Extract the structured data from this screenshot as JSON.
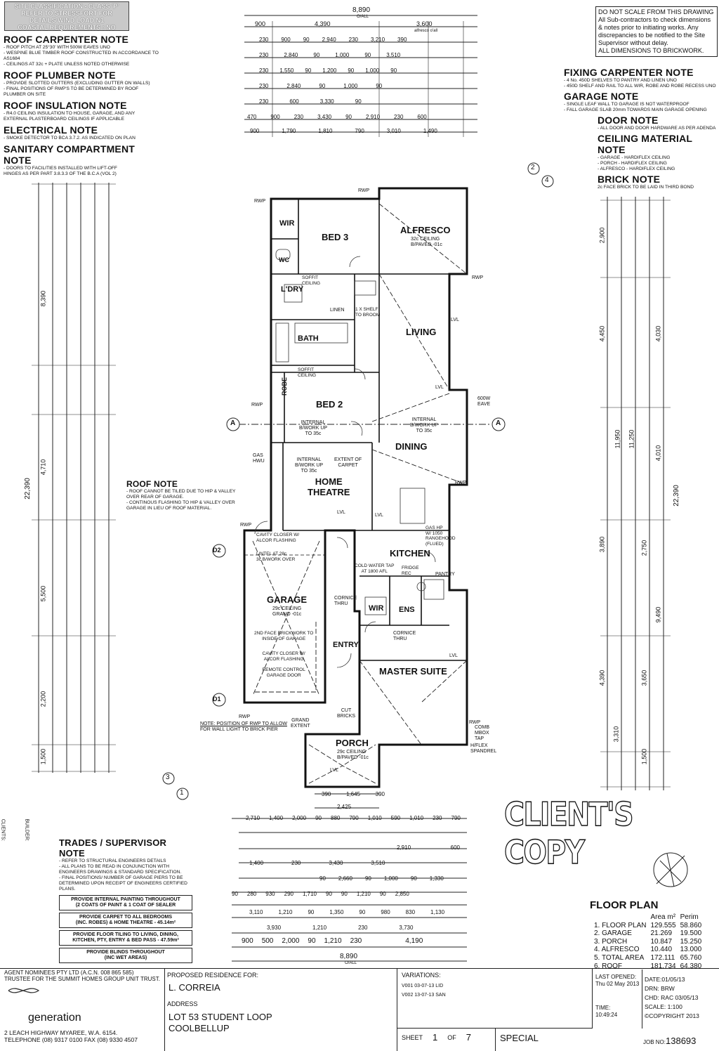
{
  "stamp": {
    "lines": [
      "SITE CLASSIFICATION - CLASS 'P'",
      "REFER TO STRESSFORT FOR",
      "DETAILS WIND LOAD N1",
      "COASTAL REQUIREMENTS : NO"
    ]
  },
  "notes_left": [
    {
      "title": "ROOF CARPENTER NOTE",
      "lines": [
        "- ROOF PITCH AT 25°30' WITH 500W EAVES UNO",
        "- WESPINE BLUE TIMBER ROOF CONSTRUCTED IN ACCORDANCE TO AS1684",
        "- CEILINGS AT 32c + PLATE UNLESS NOTED OTHERWISE"
      ]
    },
    {
      "title": "ROOF PLUMBER NOTE",
      "lines": [
        "- PROVIDE SLOTTED GUTTERS (EXCLUDING GUTTER ON WALLS)",
        "- FINAL POSITIONS OF RWP'S TO BE DETERMINED BY ROOF PLUMBER ON SITE"
      ]
    },
    {
      "title": "ROOF INSULATION NOTE",
      "lines": [
        "- R4.0 CEILING INSULATION TO HOUSE, GARAGE, AND ANY",
        "EXTERNAL PLASTERBOARD CEILINGS IF APPLICABLE"
      ]
    },
    {
      "title": "ELECTRICAL NOTE",
      "lines": [
        "- SMOKE DETECTOR TO BCA 3.7.2. AS INDICATED ON PLAN"
      ]
    },
    {
      "title": "SANITARY COMPARTMENT NOTE",
      "lines": [
        "- DOORS TO FACILITIES INSTALLED WITH LIFT-OFF",
        "HINGES AS PER PART 3.8.3.3 OF THE B.C.A (VOL 2)"
      ]
    }
  ],
  "warning": [
    "DO NOT SCALE FROM THIS DRAWING",
    "All Sub-contractors to check dimensions",
    "& notes prior to initiating works. Any",
    "discrepancies to be notified to the Site",
    "Supervisor without delay.",
    "ALL DIMENSIONS TO BRICKWORK."
  ],
  "notes_right": [
    {
      "title": "FIXING CARPENTER NOTE",
      "lines": [
        "- 4 No. 450D SHELVES TO PANTRY AND LINEN UNO",
        "- 450D SHELF AND RAIL TO ALL WIR, ROBE AND ROBE RECESS UNO"
      ]
    },
    {
      "title": "GARAGE NOTE",
      "lines": [
        "- SINGLE LEAF WALL TO GARAGE IS NOT WATERPROOF",
        "- FALL GARAGE SLAB 20mm TOWARDS MAIN GARAGE OPENING"
      ]
    },
    {
      "title": "DOOR NOTE",
      "lines": [
        "- ALL DOOR AND DOOR HARDWARE AS PER ADENDA"
      ]
    },
    {
      "title": "CEILING MATERIAL NOTE",
      "lines": [
        "- GARAGE - HARDIFLEX CEILING",
        "- PORCH - HARDIFLEX CEILING",
        "- ALFRESCO - HARDIFLEX CEILING"
      ]
    },
    {
      "title": "BRICK NOTE",
      "lines": [
        "2c FACE BRICK TO BE LAID IN THIRD BOND"
      ]
    }
  ],
  "roof_note": {
    "title": "ROOF NOTE",
    "lines": [
      "- ROOF CANNOT BE TILED DUE TO HIP & VALLEY",
      "OVER REAR OF GARAGE.",
      "- CONTINOUS FLASHING TO HIP & VALLEY OVER",
      "GARAGE IN LIEU OF ROOF MATERIAL."
    ]
  },
  "trades_note": {
    "title": "TRADES / SUPERVISOR NOTE",
    "lines": [
      "- REFER TO STRUCTURAL ENGINEERS DETAILS",
      "- ALL PLANS TO BE READ IN CONJUNCTION WITH",
      "ENGINEERS DRAWINGS & STANDARD SPECIFICATION.",
      "- FINAL POSITIONS/ NUMBER OF GARAGE PIERS TO BE",
      "DETERMINED UPON RECEIPT OF ENGINEERS CERTIFIED PLANS."
    ],
    "boxes": [
      [
        "PROVIDE INTERNAL PAINTING THROUGHOUT",
        "(2 COATS OF PAINT & 1 COAT OF SEALER"
      ],
      [
        "PROVIDE CARPET TO ALL BEDROOMS",
        "(INC. ROBES) & HOME THEATRE - 45.14m²"
      ],
      [
        "PROVIDE FLOOR TILING TO LIVING, DINING,",
        "KITCHEN, PTY, ENTRY & BED PASS - 47.59m²"
      ],
      [
        "PROVIDE BLINDS THROUGHOUT",
        "(INC WET AREAS)"
      ]
    ]
  },
  "rooms": {
    "bed3": "BED 3",
    "alfresco": "ALFRESCO",
    "alfresco_sub": [
      "32c CEILING",
      "B/PAVED -01c"
    ],
    "living": "LIVING",
    "bed2": "BED 2",
    "dining": "DINING",
    "home_theatre": [
      "HOME",
      "THEATRE"
    ],
    "kitchen": "KITCHEN",
    "garage": "GARAGE",
    "garage_sub": [
      "29c CEILING",
      "GRANO -01c"
    ],
    "master_suite": "MASTER SUITE",
    "porch": "PORCH",
    "porch_sub": [
      "29c CEILING",
      "B/PAVED -01c"
    ],
    "entry": "ENTRY",
    "wir": "WIR",
    "ens": "ENS",
    "bath": "BATH",
    "ldry": "L'DRY",
    "wc": "WC",
    "robe": "ROBE",
    "pantry": "PANTRY"
  },
  "plan_labels": {
    "top_total": "8,890",
    "oa": "O/ALL",
    "top_row1": [
      "900",
      "4,390",
      "3,600"
    ],
    "alfresco_oall": "alfresco o'all",
    "top_rows": [
      [
        "230",
        "900",
        "90",
        "2,940",
        "230",
        "3,210",
        "390"
      ],
      [
        "230",
        "2,840",
        "90",
        "1,000",
        "90",
        "3,510"
      ],
      [
        "230",
        "1,550",
        "90",
        "1,200",
        "90",
        "1,000",
        "90"
      ],
      [
        "230",
        "2,840",
        "90",
        "1,000",
        "90"
      ],
      [
        "230",
        "600",
        "3,330",
        "90"
      ],
      [
        "470",
        "900",
        "230",
        "3,430",
        "90",
        "2,910",
        "230",
        "600"
      ],
      [
        "900",
        "1,790",
        "1,810",
        "790",
        "3,010",
        "1,490"
      ]
    ],
    "side_left_total": "22,390",
    "side_right_total": "22,390",
    "left_dims": [
      "8,390",
      "4,710",
      "5,500",
      "2,200",
      "1,500"
    ],
    "right_dims": [
      "2,900",
      "4,450",
      "4,030",
      "11,950",
      "11,250",
      "4,010",
      "3,890",
      "2,750",
      "9,490",
      "4,390",
      "3,650",
      "3,310",
      "1,500"
    ],
    "bottom_total": "8,890",
    "bottom_row": [
      "900",
      "500",
      "2,000",
      "90",
      "1,210",
      "230",
      "4,190"
    ],
    "bottom_rows": [
      [
        "390",
        "1,645",
        "390"
      ],
      [
        "2,425"
      ],
      [
        "2,710",
        "1,400",
        "2,000",
        "90",
        "880",
        "790",
        "1,010",
        "590",
        "1,010",
        "230",
        "790"
      ],
      [
        "2,910",
        "600"
      ],
      [
        "1,400",
        "230",
        "3,430",
        "3,510"
      ],
      [
        "90",
        "2,660",
        "90",
        "1,000",
        "90",
        "1,330"
      ],
      [
        "90",
        "280",
        "930",
        "290",
        "1,710",
        "90",
        "90",
        "1,210",
        "90",
        "2,850"
      ],
      [
        "3,110",
        "1,210",
        "90",
        "1,350",
        "90",
        "980",
        "830",
        "1,130"
      ],
      [
        "3,930",
        "1,210",
        "230",
        "3,730"
      ]
    ],
    "section_a": "A",
    "marker_2": "2",
    "marker_4": "4",
    "marker_3": "3",
    "marker_1": "1",
    "d1": "D1",
    "d2": "D2",
    "rwp": "RWP",
    "gas_hwu": [
      "GAS",
      "HWU"
    ],
    "note_rwp": [
      "NOTE: POSITION OF RWP TO ALLOW",
      "FOR WALL LIGHT TO BRICK PIER"
    ],
    "grand_extent": [
      "GRAND",
      "EXTENT"
    ],
    "cut_bricks": [
      "CUT",
      "BRICKS"
    ],
    "garage_notes": [
      "CAVITY CLOSER W/",
      "ALCOR FLASHING",
      "LINTEL AT 28c",
      "3c B/WORK OVER",
      "2ND FACE BRICKWORK TO",
      "INSIDE OF GARAGE",
      "CAVITY CLOSER W/",
      "ALCOR FLASHING",
      "REMOTE CONTROL",
      "GARAGE DOOR"
    ],
    "internal_bwork": [
      "INTERNAL",
      "B/WORK UP",
      "TO 35c"
    ],
    "extent_carpet": [
      "EXTENT OF",
      "CARPET"
    ],
    "kitchen_notes": [
      "GAS HP",
      "W/ 1050",
      "RANGEHOOD",
      "(FLUED)",
      "COLD WATER TAP",
      "AT 1800 AFL",
      "FRIDGE",
      "REC"
    ],
    "soffit": [
      "SOFFIT",
      "CEILING"
    ],
    "linen": "LINEN",
    "lvl": "LVL",
    "shelf": [
      "1 X SHELF",
      "TO BROOM"
    ],
    "comb_mbox": [
      "COMB",
      "MBOX",
      "TAP"
    ],
    "h_flex": [
      "H/FLEX",
      "SPANDREL"
    ],
    "eave": [
      "600W",
      "EAVE"
    ],
    "cornice": [
      "CORNICE",
      "THRU"
    ]
  },
  "client_copy": "CLIENT'S COPY",
  "floor_plan": {
    "title": "FLOOR PLAN",
    "head_area": "Area m²",
    "head_perim": "Perim",
    "rows": [
      {
        "label": "1. FLOOR PLAN",
        "area": "129.555",
        "perim": "58.860"
      },
      {
        "label": "2. GARAGE",
        "area": "21.269",
        "perim": "19.500"
      },
      {
        "label": "3. PORCH",
        "area": "10.847",
        "perim": "15.250"
      },
      {
        "label": "4. ALFRESCO",
        "area": "10.440",
        "perim": "13.000"
      },
      {
        "label": "5. TOTAL AREA",
        "area": "172.111",
        "perim": "65.760"
      },
      {
        "label": "6. ROOF",
        "area": "181.734",
        "perim": "64.380"
      }
    ]
  },
  "title_block": {
    "company": [
      "AGENT NOMINEES PTY LTD (A.C.N. 008 865 585)",
      "TRUSTEE FOR THE SUMMIT HOMES GROUP UNIT TRUST."
    ],
    "brand": "generation",
    "address": [
      "2 LEACH HIGHWAY MYAREE, W.A. 6154.",
      "TELEPHONE (08) 9317 0100 FAX (08) 9330 4507"
    ],
    "proposed_label": "PROPOSED RESIDENCE FOR:",
    "client": "L. CORREIA",
    "address_label": "ADDRESS",
    "site": [
      "LOT 53 STUDENT LOOP",
      "COOLBELLUP"
    ],
    "variations_label": "VARIATIONS:",
    "variations": [
      "V001 03-07-13 LID",
      "V002 13-07-13 SAN"
    ],
    "sheet_label": "SHEET",
    "sheet": "1",
    "of_label": "OF",
    "of": "7",
    "special": "SPECIAL",
    "last_opened_label": "LAST OPENED:",
    "last_opened": "Thu 02 May 2013",
    "time_label": "TIME:",
    "time": "10:49:24",
    "date": "DATE:01/05/13",
    "drn": "DRN: BRW",
    "chd": "CHD: RAC 03/05/13",
    "scale": "SCALE: 1:100",
    "copyright": "©COPYRIGHT 2013",
    "job_label": "JOB NO:",
    "job": "138693",
    "clients_label": "CLIENTS:",
    "builder_label": "BUILDER:"
  }
}
